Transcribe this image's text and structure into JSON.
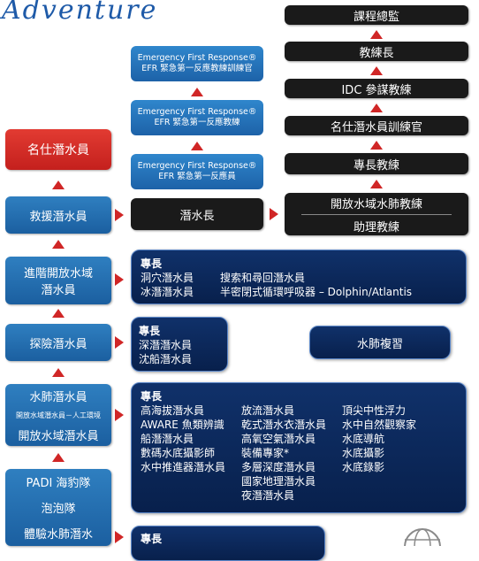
{
  "logo": {
    "text": "Adventure"
  },
  "pro_ladder": {
    "course_director": "課程總監",
    "master_instructor": "教練長",
    "idc_staff": "IDC 參謀教練",
    "emergency_first_response_instructor_trainer": "名仕潛水員訓練官",
    "specialty_instructor": "專長教練",
    "open_water_scuba_instructor": "開放水域水肺教練",
    "assistant_instructor": "助理教練",
    "divemaster": "潛水長"
  },
  "efr": [
    {
      "en": "Emergency First Response®",
      "zh": "EFR 緊急第一反應教練訓練官"
    },
    {
      "en": "Emergency First Response®",
      "zh": "EFR 緊急第一反應教練"
    },
    {
      "en": "Emergency First Response®",
      "zh": "EFR 緊急第一反應員"
    }
  ],
  "rec_ladder": {
    "master_scuba_diver": "名仕潛水員",
    "rescue_diver": "救援潛水員",
    "advanced_open_water": [
      "進階開放水域",
      "潛水員"
    ],
    "adventure_diver": "探險潛水員",
    "scuba_diver": "水肺潛水員",
    "open_water_artificial": "開放水域潛水員－人工環境",
    "open_water_diver": "開放水域潛水員",
    "padi_seal_team": "PADI 海豹隊",
    "bubblemaker": "泡泡隊",
    "discover_scuba": "體驗水肺潛水"
  },
  "specialties_1": {
    "heading": "專長",
    "col1": [
      "洞穴潛水員",
      "冰潛潛水員"
    ],
    "col2": [
      "搜索和尋回潛水員",
      "半密閉式循環呼吸器 – Dolphin/Atlantis"
    ]
  },
  "specialties_2": {
    "heading": "專長",
    "col1": [
      "深潛潛水員",
      "沈船潛水員"
    ]
  },
  "scuba_review": "水肺複習",
  "specialties_3": {
    "heading": "專長",
    "col1": [
      "高海拔潛水員",
      "AWARE 魚類辨識",
      "船潛潛水員",
      "數碼水底攝影師",
      "水中推進器潛水員"
    ],
    "col2": [
      "放流潛水員",
      "乾式潛水衣潛水員",
      "高氧空氣潛水員",
      "裝備專家*",
      "多層深度潛水員",
      "國家地理潛水員",
      "夜潛潛水員"
    ],
    "col3": [
      "頂尖中性浮力",
      "水中自然觀察家",
      "水底導航",
      "水底攝影",
      "水底錄影"
    ]
  },
  "specialties_4": {
    "heading": "專長"
  },
  "colors": {
    "arrow": "#d02626",
    "navy": "#0c2858",
    "blue": "#2574b8",
    "red": "#d92b26",
    "black": "#1a1a1a"
  }
}
